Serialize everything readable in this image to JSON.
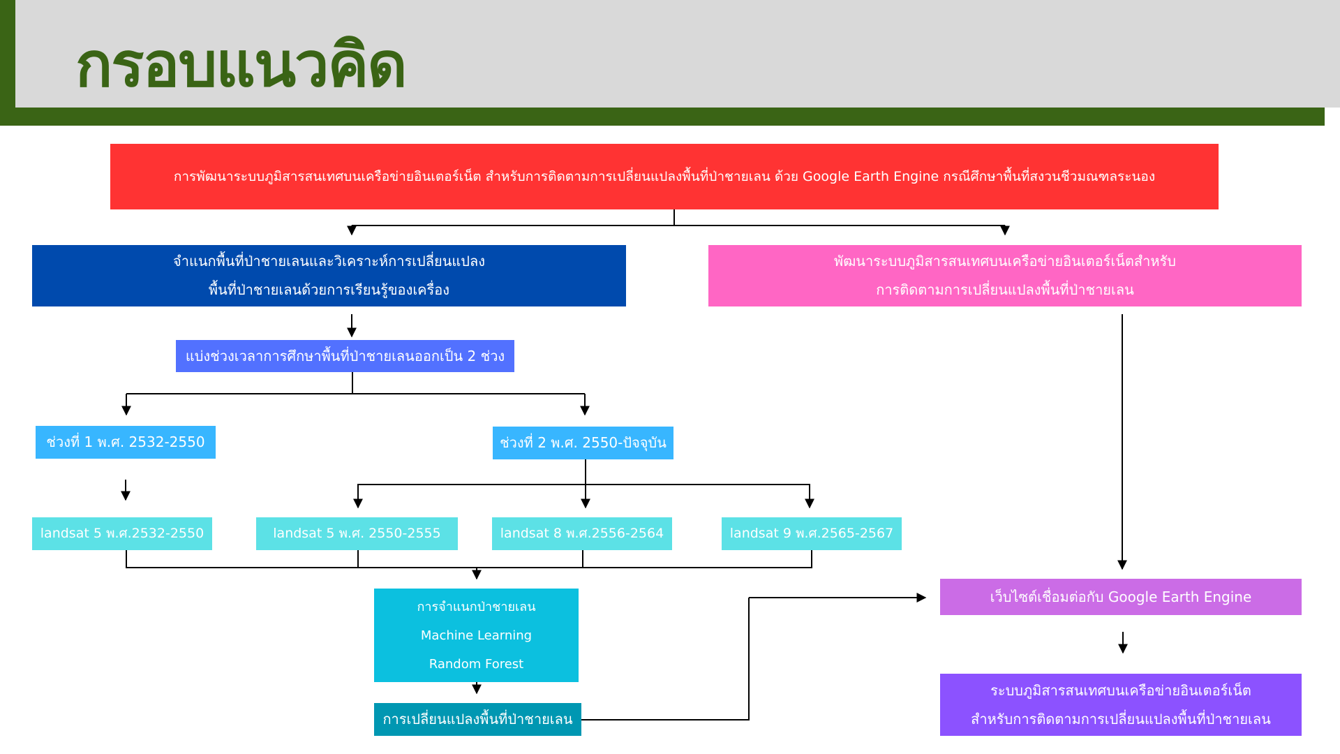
{
  "header": {
    "title": "กรอบแนวคิด"
  },
  "colors": {
    "header_green": "#3a6415",
    "header_gray": "#d9d9d9",
    "top_red": "#ff3333",
    "dark_blue": "#004aad",
    "pink": "#ff66c4",
    "periwinkle": "#5271ff",
    "sky_blue": "#38b6ff",
    "light_cyan": "#5ce1e6",
    "cyan": "#0cc0df",
    "teal": "#0097b2",
    "lavender": "#cb6ce6",
    "purple": "#8c52ff"
  },
  "diagram": {
    "root": "การพัฒนาระบบภูมิสารสนเทศบนเครือข่ายอินเตอร์เน็ต สำหรับการติดตามการเปลี่ยนแปลงพื้นที่ป่าชายเลน ด้วย Google Earth Engine กรณีศึกษาพื้นที่สงวนชีวมณฑลระนอง",
    "left_branch": {
      "line1": "จำแนกพื้นที่ป่าชายเลนและวิเคราะห์การเปลี่ยนแปลง",
      "line2": "พื้นที่ป่าชายเลนด้วยการเรียนรู้ของเครื่อง"
    },
    "right_branch": {
      "line1": "พัฒนาระบบภูมิสารสนเทศบนเครือข่ายอินเตอร์เน็ตสำหรับ",
      "line2": "การติดตามการเปลี่ยนแปลงพื้นที่ป่าชายเลน"
    },
    "split_periods": "แบ่งช่วงเวลาการศึกษาพื้นที่ป่าชายเลนออกเป็น 2 ช่วง",
    "period_1": "ช่วงที่ 1 พ.ศ. 2532-2550",
    "period_2": "ช่วงที่ 2 พ.ศ. 2550-ปัจจุบัน",
    "landsat": [
      "landsat 5 พ.ศ.2532-2550",
      "landsat 5 พ.ศ. 2550-2555",
      "landsat 8 พ.ศ.2556-2564",
      "landsat 9 พ.ศ.2565-2567"
    ],
    "classification": {
      "line1": "การจำแนกป่าชายเลน",
      "line2": "Machine Learning",
      "line3": "Random Forest"
    },
    "change": "การเปลี่ยนแปลงพื้นที่ป่าชายเลน",
    "website": "เว็บไซต์เชื่อมต่อกับ Google Earth Engine",
    "system": {
      "line1": "ระบบภูมิสารสนเทศบนเครือข่ายอินเตอร์เน็ต",
      "line2": "สำหรับการติดตามการเปลี่ยนแปลงพื้นที่ป่าชายเลน"
    }
  }
}
